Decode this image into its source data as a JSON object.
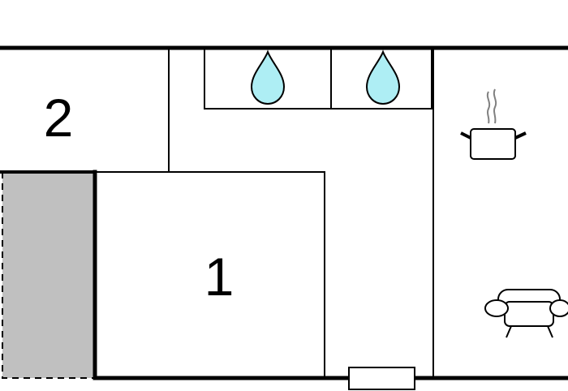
{
  "floorplan": {
    "rooms": [
      {
        "id": "room-1",
        "label": "1"
      },
      {
        "id": "room-2",
        "label": "2"
      }
    ],
    "fixtures": [
      {
        "icon": "water-drop-icon",
        "room": "bathroom-left"
      },
      {
        "icon": "water-drop-icon",
        "room": "bathroom-right"
      },
      {
        "icon": "cooking-pot-icon",
        "room": "kitchen"
      },
      {
        "icon": "sofa-icon",
        "room": "living-room"
      }
    ],
    "colors": {
      "wall": "#000000",
      "water": "#aeeef4",
      "terrace": "#c0c0c0",
      "background": "#ffffff"
    }
  }
}
